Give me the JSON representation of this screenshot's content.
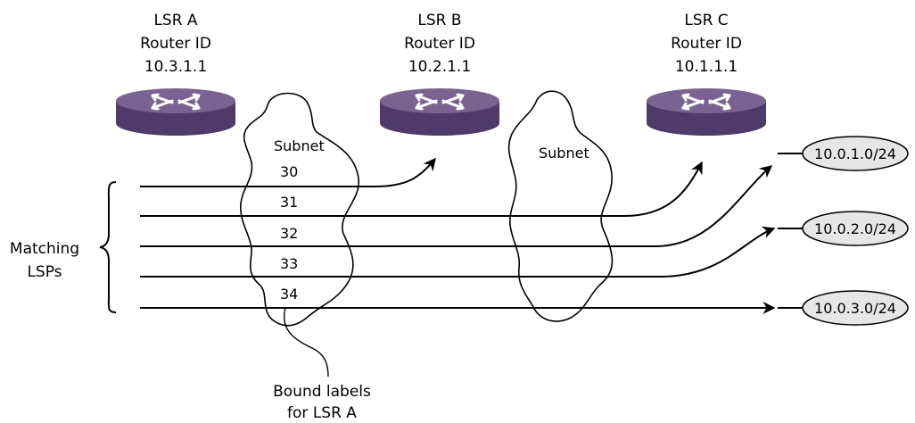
{
  "routers": [
    {
      "name": "LSR A",
      "id_label": "Router ID",
      "ip": "10.3.1.1"
    },
    {
      "name": "LSR B",
      "id_label": "Router ID",
      "ip": "10.2.1.1"
    },
    {
      "name": "LSR C",
      "id_label": "Router ID",
      "ip": "10.1.1.1"
    }
  ],
  "subnets": [
    {
      "label": "Subnet"
    },
    {
      "label": "Subnet"
    }
  ],
  "labels": [
    "30",
    "31",
    "32",
    "33",
    "34"
  ],
  "destinations": [
    "10.0.1.0/24",
    "10.0.2.0/24",
    "10.0.3.0/24"
  ],
  "matching": {
    "line1": "Matching",
    "line2": "LSPs"
  },
  "bound": {
    "line1": "Bound labels",
    "line2": "for LSR A"
  },
  "colors": {
    "router_top": "#7a6390",
    "router_body": "#4f3a6a",
    "router_arrows": "#ffffff",
    "destination_fill": "#e6e6e6",
    "line": "#000000"
  }
}
